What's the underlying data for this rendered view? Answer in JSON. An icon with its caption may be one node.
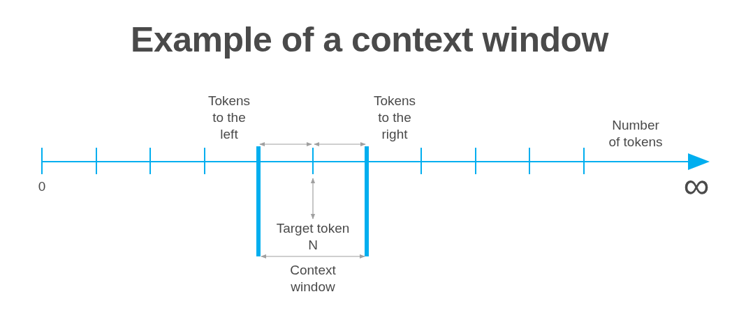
{
  "diagram": {
    "title": "Example of a context window",
    "nodes": [
      {
        "text": [
          "Target token N"
        ]
      },
      {
        "text": [],
        "shape": "bar"
      }
    ],
    "edges": [
      {
        "from": 0,
        "to": 1,
        "arrow": "both"
      }
    ],
    "labels": [
      "Tokens to the left",
      "Tokens to the right",
      "Number of tokens",
      "0",
      "∞",
      "Context window"
    ]
  }
}
